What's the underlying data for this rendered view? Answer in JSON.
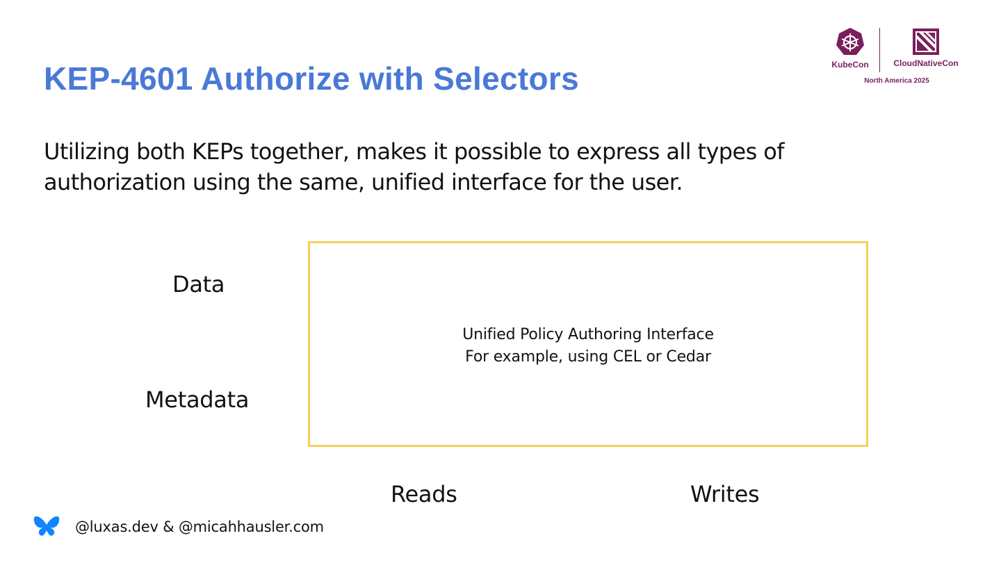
{
  "slide": {
    "title": "KEP-4601 Authorize with Selectors",
    "intro": "Utilizing both KEPs together, makes it possible to express all types of authorization using the same, unified interface for the user."
  },
  "diagram": {
    "row_labels": [
      "Data",
      "Metadata"
    ],
    "column_labels": [
      "Reads",
      "Writes"
    ],
    "box_lines": [
      "Unified Policy Authoring Interface",
      "For example, using CEL or Cedar"
    ],
    "box_border_color": "#f6cf5a"
  },
  "logo": {
    "kubecon": "KubeCon",
    "cloudnativecon": "CloudNativeCon",
    "event": "North America 2025",
    "icon": "kubernetes-helm-icon",
    "cncf_icon": "cncf-icon",
    "color": "#7a1f5c"
  },
  "footer": {
    "icon": "bluesky-butterfly-icon",
    "handles": "@luxas.dev & @micahhausler.com"
  },
  "colors": {
    "title": "#4a79d6",
    "bluesky": "#1185fe"
  }
}
